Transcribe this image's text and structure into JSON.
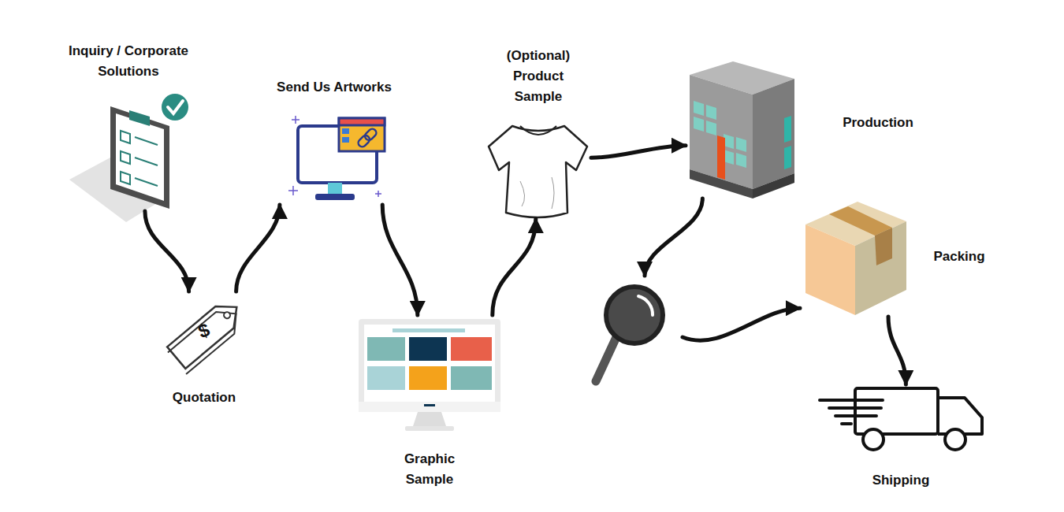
{
  "diagram": {
    "nodes": [
      {
        "text": [
          "Inquiry / Corporate Solutions"
        ]
      },
      {
        "text": [
          "Quotation"
        ]
      },
      {
        "text": [
          "Send Us Artworks"
        ]
      },
      {
        "text": [
          "Graphic Sample"
        ]
      },
      {
        "text": [
          "(Optional) Product Sample"
        ]
      },
      {
        "text": [
          "Production"
        ]
      },
      {
        "text": [
          "Packing"
        ]
      },
      {
        "text": [
          "Shipping"
        ]
      }
    ],
    "edges": [
      {
        "from": 0,
        "to": 1,
        "arrow": "to"
      },
      {
        "from": 1,
        "to": 2,
        "arrow": "to"
      },
      {
        "from": 2,
        "to": 3,
        "arrow": "to"
      },
      {
        "from": 3,
        "to": 4,
        "arrow": "to"
      },
      {
        "from": 4,
        "to": 5,
        "arrow": "to"
      },
      {
        "from": 5,
        "to": 6,
        "arrow": "to"
      },
      {
        "from": 6,
        "to": 7,
        "arrow": "to"
      }
    ],
    "labels": [
      "$"
    ]
  }
}
